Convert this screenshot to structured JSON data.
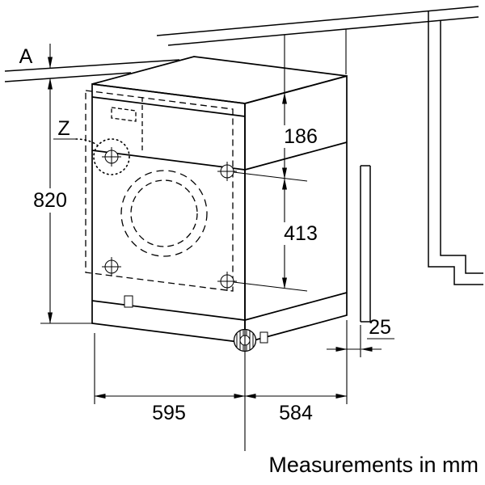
{
  "figure": {
    "caption": "Measurements in mm",
    "labels": {
      "worktop_gap": "A",
      "screw_detail": "Z",
      "height": "820",
      "top_to_holes": "186",
      "hole_spacing": "413",
      "rear_gap": "25",
      "width": "595",
      "depth": "584"
    },
    "colors": {
      "line": "#000000",
      "background": "#ffffff"
    }
  }
}
